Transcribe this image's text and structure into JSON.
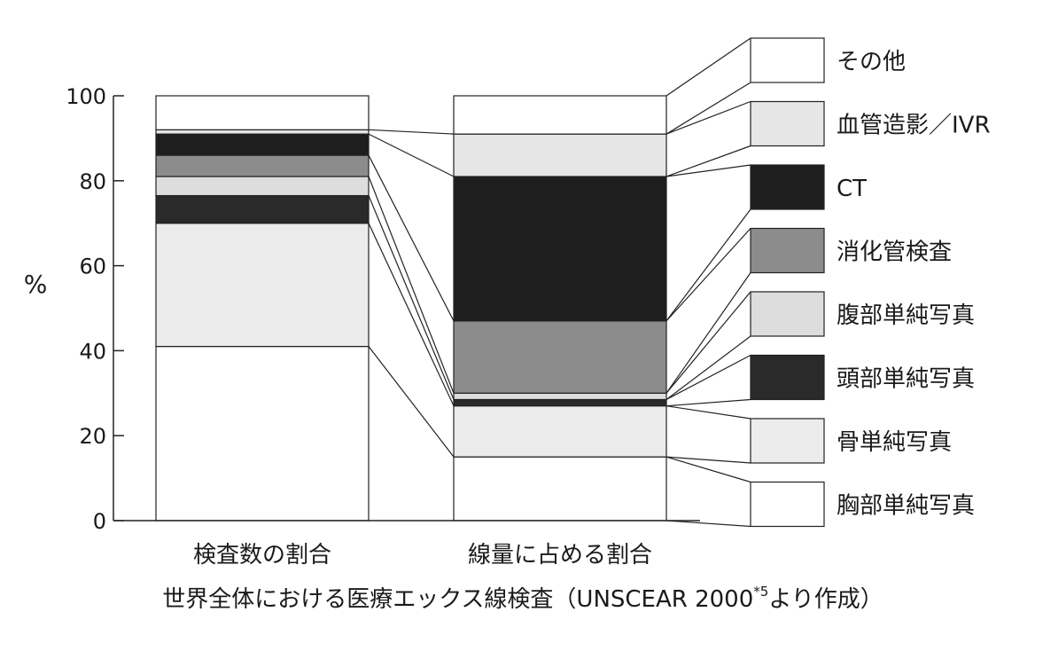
{
  "chart_data": {
    "type": "bar",
    "stacked": true,
    "normalized_percent": true,
    "title": "",
    "caption": "世界全体における医療エックス線検査（UNSCEAR 2000*5より作成）",
    "caption_main": "世界全体における医療エックス線検査（UNSCEAR 2000",
    "caption_sup": "*5",
    "caption_tail": "より作成）",
    "ylabel": "%",
    "xlabel": "",
    "ylim": [
      0,
      100
    ],
    "yticks": [
      0,
      20,
      40,
      60,
      80,
      100
    ],
    "ytick_labels": [
      "0",
      "20",
      "40",
      "60",
      "80",
      "100"
    ],
    "categories": [
      "検査数の割合",
      "線量に占める割合"
    ],
    "series": [
      {
        "name": "胸部単純写真",
        "values": [
          41,
          15
        ],
        "color": "#ffffff"
      },
      {
        "name": "骨単純写真",
        "values": [
          29,
          12
        ],
        "color": "#ececec"
      },
      {
        "name": "頭部単純写真",
        "values": [
          6.5,
          1.5
        ],
        "color": "#2a2a2a"
      },
      {
        "name": "腹部単純写真",
        "values": [
          4.5,
          1.5
        ],
        "color": "#dddddd"
      },
      {
        "name": "消化管検査",
        "values": [
          5,
          17
        ],
        "color": "#8c8c8c"
      },
      {
        "name": "CT",
        "values": [
          5,
          34
        ],
        "color": "#1e1e1e"
      },
      {
        "name": "血管造影／IVR",
        "values": [
          1,
          10
        ],
        "color": "#e6e6e6"
      },
      {
        "name": "その他",
        "values": [
          8,
          9
        ],
        "color": "#ffffff"
      }
    ],
    "legend_position": "right",
    "grid": false
  }
}
